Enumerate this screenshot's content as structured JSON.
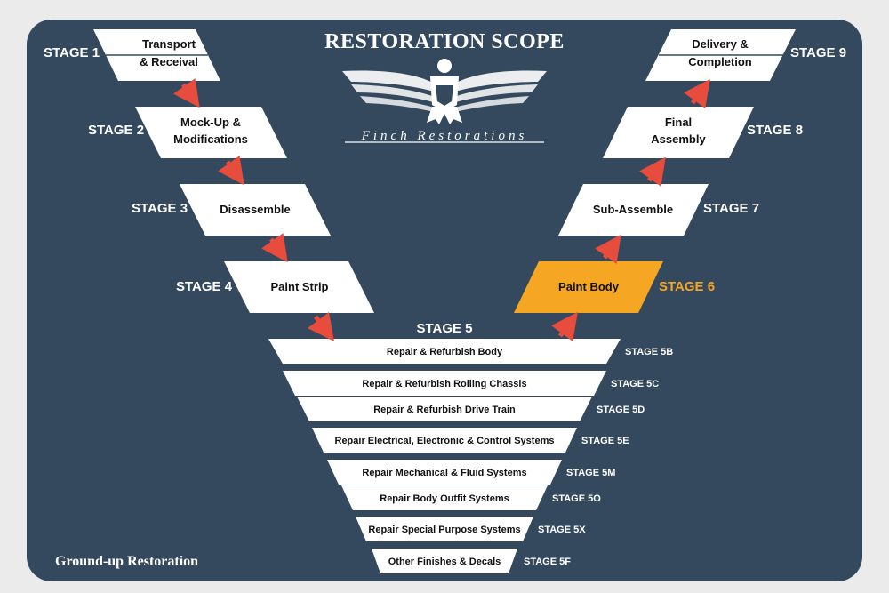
{
  "title": "RESTORATION SCOPE",
  "brand": "Finch Restorations",
  "footer": "Ground-up Restoration",
  "colors": {
    "background": "#34495e",
    "box": "#ffffff",
    "highlight": "#f5a623",
    "arrow": "#e74c3c"
  },
  "stages": {
    "s1": {
      "label": "STAGE 1",
      "line1": "Transport",
      "line2": "& Receival"
    },
    "s2": {
      "label": "STAGE 2",
      "line1": "Mock-Up &",
      "line2": "Modifications"
    },
    "s3": {
      "label": "STAGE 3",
      "text": "Disassemble"
    },
    "s4": {
      "label": "STAGE 4",
      "text": "Paint Strip"
    },
    "s5": {
      "label": "STAGE 5"
    },
    "s6": {
      "label": "STAGE 6",
      "text": "Paint Body"
    },
    "s7": {
      "label": "STAGE 7",
      "text": "Sub-Assemble"
    },
    "s8": {
      "label": "STAGE 8",
      "line1": "Final",
      "line2": "Assembly"
    },
    "s9": {
      "label": "STAGE 9",
      "line1": "Delivery &",
      "line2": "Completion"
    }
  },
  "substages": [
    {
      "label": "STAGE 5B",
      "text": "Repair & Refurbish Body"
    },
    {
      "label": "STAGE 5C",
      "text": "Repair & Refurbish Rolling Chassis"
    },
    {
      "label": "STAGE 5D",
      "text": "Repair & Refurbish Drive Train"
    },
    {
      "label": "STAGE 5E",
      "text": "Repair Electrical, Electronic & Control Systems"
    },
    {
      "label": "STAGE 5M",
      "text": "Repair Mechanical & Fluid Systems"
    },
    {
      "label": "STAGE 5O",
      "text": "Repair Body Outfit Systems"
    },
    {
      "label": "STAGE 5X",
      "text": "Repair Special Purpose Systems"
    },
    {
      "label": "STAGE 5F",
      "text": "Other Finishes & Decals"
    }
  ]
}
